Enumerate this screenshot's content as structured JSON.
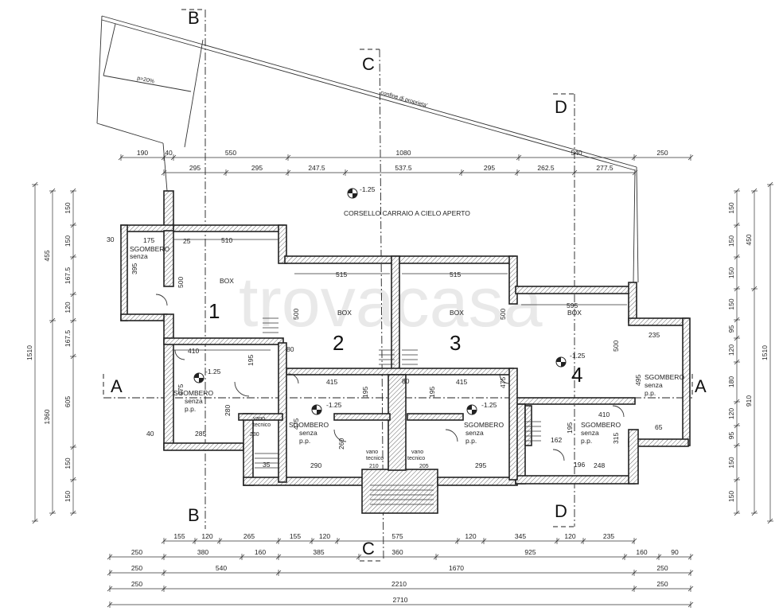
{
  "watermark": "trovacasa",
  "courtyard": {
    "label": "CORSELLO CARRAIO A CIELO APERTO",
    "level": "-1.25"
  },
  "property_line": {
    "label": "confine di proprieta'",
    "slope": "p=20%"
  },
  "sections": {
    "A_left": "A",
    "A_right": "A",
    "B_top": "B",
    "B_bottom": "B",
    "C_top": "C",
    "C_bottom": "C",
    "D_top": "D",
    "D_bottom": "D"
  },
  "boxes": [
    {
      "number": "1",
      "label": "BOX"
    },
    {
      "number": "2",
      "label": "BOX"
    },
    {
      "number": "3",
      "label": "BOX"
    },
    {
      "number": "4",
      "label": "BOX"
    }
  ],
  "storage": {
    "label": "SGOMBERO",
    "sub1": "senza",
    "sub2": "p.p."
  },
  "technical": {
    "label1": "vano",
    "label2": "tecnico"
  },
  "levels": [
    "-1.25",
    "-1.25",
    "-1.25",
    "-1.25"
  ],
  "top_dims_row1": [
    "190",
    "40",
    "550",
    "1080",
    "540",
    "250"
  ],
  "top_dims_row2": [
    "295",
    "295",
    "247.5",
    "537.5",
    "295",
    "262.5",
    "277.5"
  ],
  "bottom_dims_row1": [
    "155",
    "120",
    "265",
    "155",
    "120",
    "575",
    "120",
    "345",
    "120",
    "235"
  ],
  "bottom_dims_row2": [
    "250",
    "380",
    "160",
    "385",
    "360",
    "925",
    "160",
    "90"
  ],
  "bottom_dims_row3": [
    "250",
    "540",
    "1670",
    "250"
  ],
  "bottom_dims_row4": [
    "250",
    "2210",
    "250"
  ],
  "bottom_dims_row5": [
    "2710"
  ],
  "left_dims_col1": [
    "150",
    "150",
    "167.5",
    "120",
    "167.5",
    "605",
    "150",
    "150"
  ],
  "left_dims_col2": [
    "455",
    "1360"
  ],
  "left_dims_col3": [
    "1510"
  ],
  "right_dims_col1": [
    "150",
    "150",
    "150",
    "150",
    "95",
    "120",
    "180",
    "120",
    "95",
    "150",
    "150"
  ],
  "right_dims_col2": [
    "450",
    "910"
  ],
  "right_dims_col3": [
    "1510"
  ],
  "room_dims": {
    "box1_w": "510",
    "box1_h": "500",
    "box2_w": "515",
    "box2_h": "500",
    "box3_w": "515",
    "box3_h": "500",
    "box4_w": "595",
    "box4_h": "500",
    "s1_w": "175",
    "s1_h": "395",
    "s2_w": "410",
    "s2_h": "475",
    "s3_w": "415",
    "s3_h": "475",
    "s4_w": "415",
    "s4_h": "475",
    "s5_w": "410",
    "s5_h": "315",
    "s6_w": "235",
    "s6_h": "495",
    "b1": "285",
    "b2": "290",
    "b3": "295",
    "b4": "248",
    "t1": "230",
    "t2": "210",
    "t3": "205",
    "t4": "162",
    "m1": "195",
    "m2": "195",
    "m3": "195",
    "m4": "195",
    "e1": "30",
    "e2": "40",
    "e3": "25",
    "e4": "80",
    "e5": "35",
    "e6": "65",
    "e7": "196",
    "e8": "280",
    "e9": "260",
    "e10": "80"
  }
}
